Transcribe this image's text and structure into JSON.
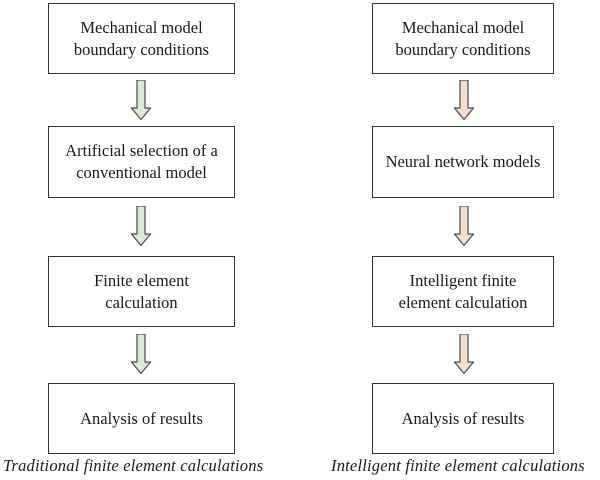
{
  "left_column": {
    "steps": [
      "Mechanical model\nboundary conditions",
      "Artificial selection of a\nconventional model",
      "Finite element\ncalculation",
      "Analysis of results"
    ],
    "caption": "Traditional finite element calculations",
    "arrow_fill": "#dcebd3",
    "arrow_stroke": "#4a4a4a"
  },
  "right_column": {
    "steps": [
      "Mechanical model\nboundary conditions",
      "Neural network models",
      "Intelligent finite\nelement calculation",
      "Analysis of results"
    ],
    "caption": "Intelligent finite element calculations",
    "arrow_fill": "#f6dccb",
    "arrow_stroke": "#4a4a4a"
  }
}
